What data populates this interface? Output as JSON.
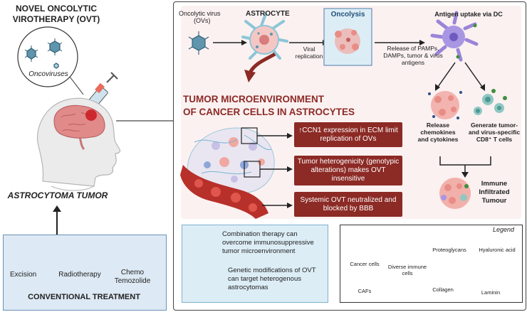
{
  "left": {
    "title_line1": "NOVEL ONCOLYTIC",
    "title_line2": "VIROTHERAPY (OVT)",
    "oncoviruses": "Oncoviruses",
    "tumor_label": "ASTROCYTOMA TUMOR",
    "conventional_title": "CONVENTIONAL TREATMENT",
    "treatments": [
      "Excision",
      "Radiotherapy",
      "Chemo",
      "Temozolide"
    ]
  },
  "top_flow": {
    "ov_line1": "Oncolytic virus",
    "ov_line2": "(OVs)",
    "astrocyte": "ASTROCYTE",
    "viral_line1": "Viral",
    "viral_line2": "replication",
    "oncolysis": "Oncolysis",
    "release_line1": "Release of PAMPs,",
    "release_line2": "DAMPs, tumor & virus",
    "release_line3": "antigens",
    "antigen_uptake": "Antigen uptake via DC"
  },
  "microenv": {
    "title_line1": "TUMOR MICROENVIRONMENT",
    "title_line2": "OF CANCER CELLS IN ASTROCYTES",
    "box1_line1": "↑CCN1 expression in ECM limit",
    "box1_line2": "replication of OVs",
    "box2_line1": "Tumor heterogenicity (genotypic",
    "box2_line2": "alterations) makes OVT",
    "box2_line3": "insensitive",
    "box3_line1": "Systemic OVT neutralized and",
    "box3_line2": "blocked by BBB"
  },
  "immune": {
    "release_line1": "Release",
    "release_line2": "chemokines",
    "release_line3": "and cytokines",
    "generate_line1": "Generate tumor-",
    "generate_line2": "and virus-specific",
    "generate_line3": "CD8⁺ T cells",
    "infiltrated_line1": "Immune",
    "infiltrated_line2": "Infiltrated",
    "infiltrated_line3": "Tumour"
  },
  "combination": {
    "item1_line1": "Combination therapy can",
    "item1_line2": "overcome immunosuppressive",
    "item1_line3": "tumor microenvironment",
    "item2_line1": "Genetic modifications of OVT",
    "item2_line2": "can target heterogenous",
    "item2_line3": "astrocytomas"
  },
  "legend": {
    "title": "Legend",
    "cancer_cells": "Cancer cells",
    "immune_line1": "Diverse immune",
    "immune_line2": "cells",
    "proteoglycans": "Proteoglycans",
    "hyaluronic": "Hyaluronic acid",
    "cafs": "CAFs",
    "collagen": "Collagen",
    "laminin": "Laminin"
  },
  "colors": {
    "dark_red": "#8c2a25",
    "title_red": "#8c2a25",
    "pink_bg": "#fbf1f1",
    "blue_bg": "#dcedf6",
    "virus_blue": "#4a7f96"
  }
}
